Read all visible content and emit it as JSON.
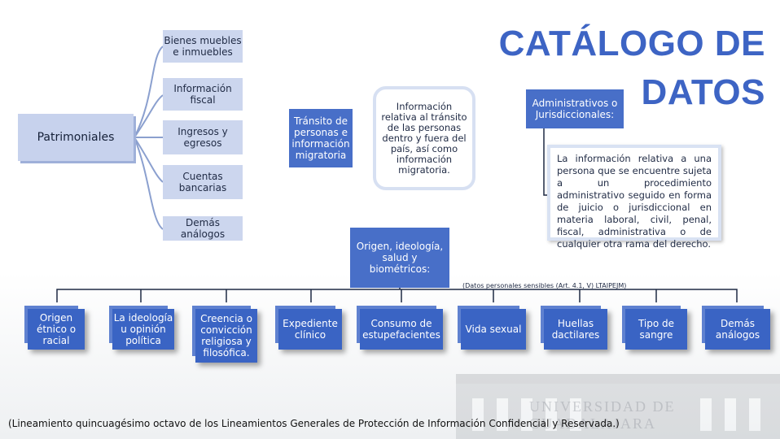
{
  "title": "CATÁLOGO DE DATOS",
  "patrimoniales": {
    "label": "Patrimoniales",
    "items": [
      "Bienes muebles e inmuebles",
      "Información fiscal",
      "Ingresos y egresos",
      "Cuentas bancarias",
      "Demás análogos"
    ]
  },
  "transito": {
    "label": "Tránsito de personas e información migratoria",
    "description": "Información relativa al tránsito de las personas dentro y fuera del país, así como información migratoria."
  },
  "administrativos": {
    "label": "Administrativos o Jurisdiccionales:",
    "description": "La información relativa a una persona que se encuentre sujeta a un procedimiento administrativo seguido en forma de juicio o jurisdiccional en materia laboral, civil, penal, fiscal, administrativa o de cualquier otra rama del derecho."
  },
  "origen": {
    "label": "Origen, ideología, salud y biométricos:",
    "note": "(Datos personales sensibles (Art. 4.1, V) LTAIPEJM)",
    "items": [
      "Origen étnico o racial",
      "La ideología u opinión política",
      "Creencia o convicción religiosa y filosófica.",
      "Expediente clínico",
      "Consumo de estupefacientes",
      "Vida sexual",
      "Huellas dactilares",
      "Tipo de sangre",
      "Demás análogos"
    ]
  },
  "watermark": "UNIVERSIDAD DE GUADALAJARA",
  "footer": "(Lineamiento quincuagésimo octavo de los Lineamientos Generales de Protección de Información Confidencial y Reservada.)"
}
